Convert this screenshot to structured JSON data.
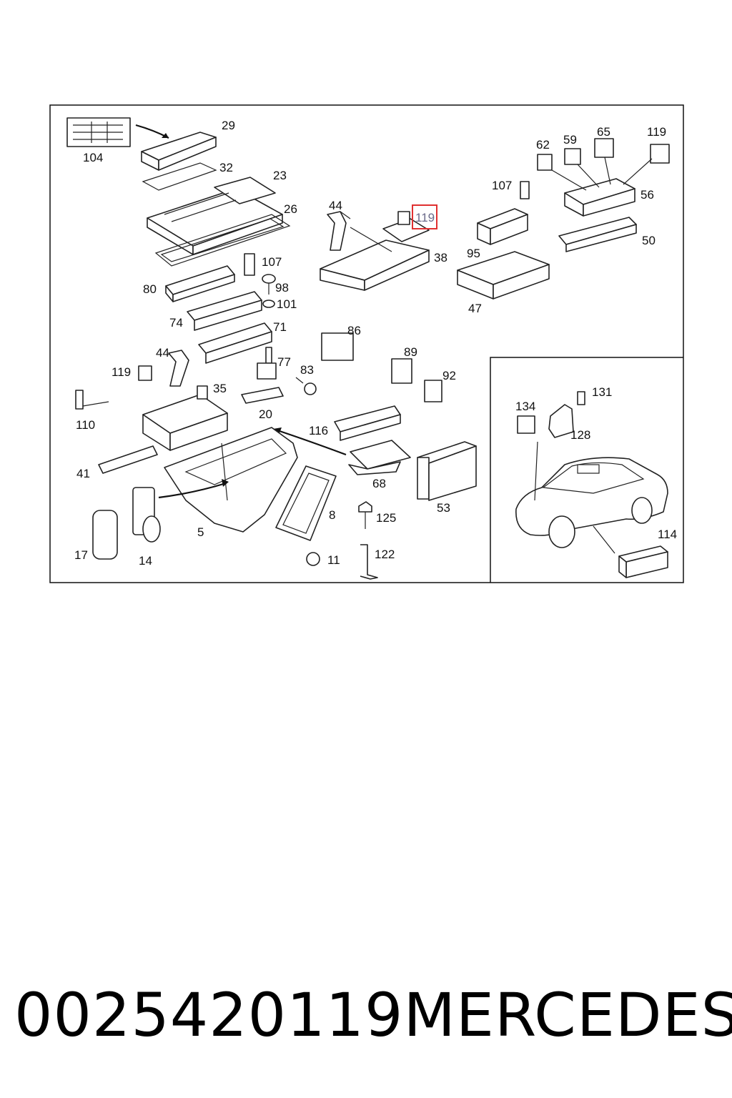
{
  "labels": {
    "l104": "104",
    "l29": "29",
    "l32": "32",
    "l23": "23",
    "l26": "26",
    "l107a": "107",
    "l98": "98",
    "l101": "101",
    "l80": "80",
    "l74": "74",
    "l71": "71",
    "l44a": "44",
    "l38": "38",
    "l119hl": "119",
    "l44b": "44",
    "l119a": "119",
    "l35": "35",
    "l77": "77",
    "l83": "83",
    "l20": "20",
    "l110": "110",
    "l86": "86",
    "l89": "89",
    "l92": "92",
    "l116": "116",
    "l41": "41",
    "l68": "68",
    "l53": "53",
    "l5": "5",
    "l8": "8",
    "l125": "125",
    "l17": "17",
    "l14": "14",
    "l11": "11",
    "l122": "122",
    "l62": "62",
    "l59": "59",
    "l65": "65",
    "l119b": "119",
    "l107b": "107",
    "l56": "56",
    "l95": "95",
    "l50": "50",
    "l47": "47",
    "l134": "134",
    "l131": "131",
    "l128": "128",
    "l114": "114"
  },
  "colors": {
    "highlight": "#e03030"
  },
  "caption": {
    "part_number": "0025420119",
    "brand": "MERCEDES"
  }
}
